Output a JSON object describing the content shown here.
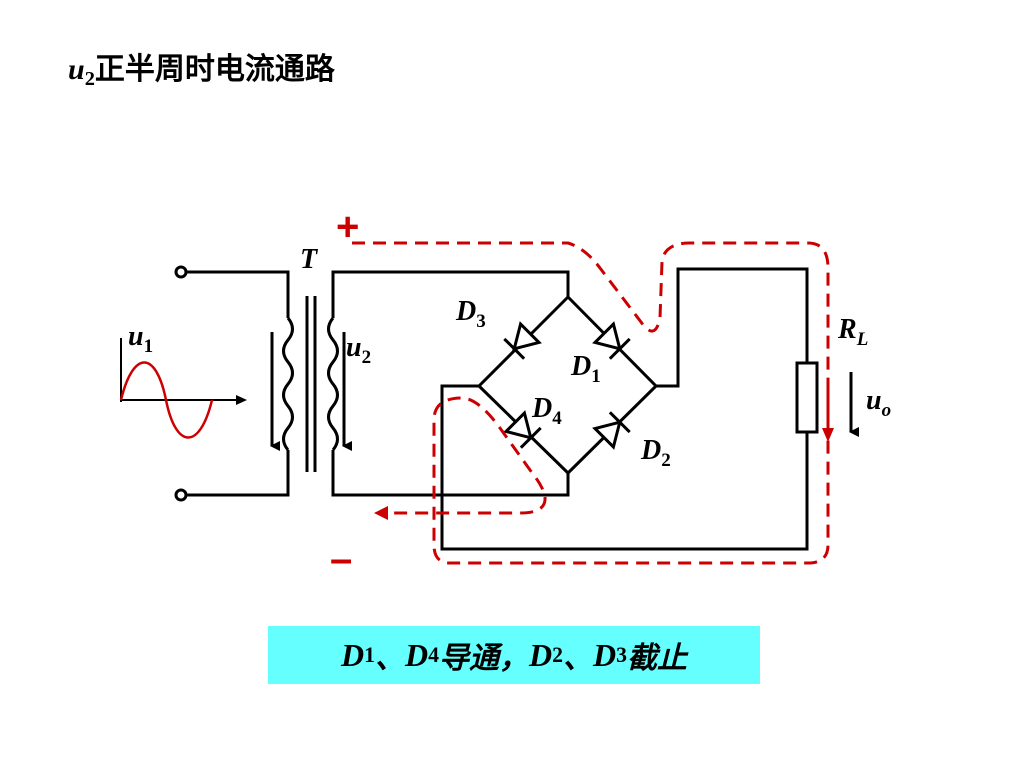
{
  "title": {
    "var": "u",
    "sub": "2",
    "text": "正半周时电流通路"
  },
  "labels": {
    "transformer": "T",
    "u1_var": "u",
    "u1_sub": "1",
    "u2_var": "u",
    "u2_sub": "2",
    "d1_var": "D",
    "d1_sub": "1",
    "d2_var": "D",
    "d2_sub": "2",
    "d3_var": "D",
    "d3_sub": "3",
    "d4_var": "D",
    "d4_sub": "4",
    "rl_var": "R",
    "rl_sub": "L",
    "uo_var": "u",
    "uo_sub": "o",
    "plus": "+",
    "minus": "–"
  },
  "note": {
    "p1_var": "D",
    "p1_sub": "1",
    "p2_text": " 、",
    "p3_var": "D",
    "p3_sub": "4",
    "p4_text": "导通，",
    "p5_var": "D",
    "p5_sub": "2",
    "p6_text": "、",
    "p7_var": "D",
    "p7_sub": "3",
    "p8_text": "截止"
  },
  "colors": {
    "wire": "#000000",
    "current_path": "#cc0000",
    "waveform": "#cc0000",
    "note_background": "#66ffff"
  }
}
